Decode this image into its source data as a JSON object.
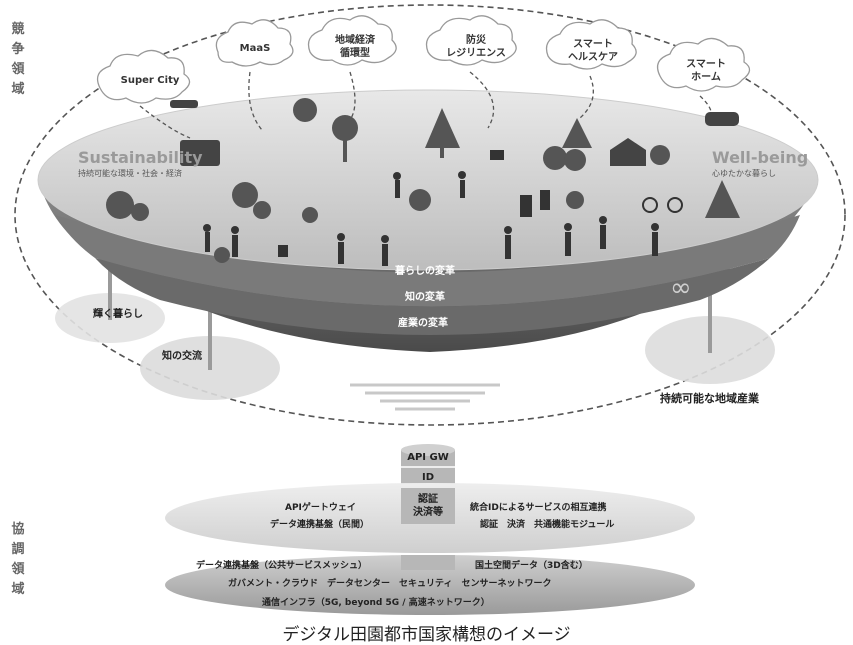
{
  "side_labels": {
    "competition": "競争領域",
    "cooperation": "協調領域"
  },
  "clouds": [
    {
      "label": "Super City"
    },
    {
      "label": "MaaS"
    },
    {
      "label": "地域経済\n循環型"
    },
    {
      "label": "防災\nレジリエンス"
    },
    {
      "label": "スマート\nヘルスケア"
    },
    {
      "label": "スマート\nホーム"
    }
  ],
  "sustainability": {
    "title": "Sustainability",
    "sub": "持続可能な環境・社会・経済"
  },
  "wellbeing": {
    "title": "Well-being",
    "sub": "心ゆたかな暮らし"
  },
  "bowl_layers": [
    "暮らしの変革",
    "知の変革",
    "産業の変革"
  ],
  "infinity_symbol": "∞",
  "supports": {
    "left_top": "輝く暮らし",
    "left_bottom": "知の交流",
    "right": "持続可能な地域産業"
  },
  "gateway": [
    "API GW",
    "ID",
    "認証\n決済等"
  ],
  "platform": {
    "left_line1": "APIゲートウェイ",
    "left_line2": "データ連携基盤（民間）",
    "right_line1": "統合IDによるサービスの相互連携",
    "right_line2": "認証　決済　共通機能モジュール"
  },
  "base": {
    "row1_left": "データ連携基盤（公共サービスメッシュ）",
    "row1_right": "国土空間データ（3D含む）",
    "row2": "ガバメント・クラウド　データセンター　セキュリティ　センサーネットワーク",
    "row3": "通信インフラ（5G, beyond 5G / 高速ネットワーク）"
  },
  "caption": "デジタル田園都市国家構想のイメージ"
}
